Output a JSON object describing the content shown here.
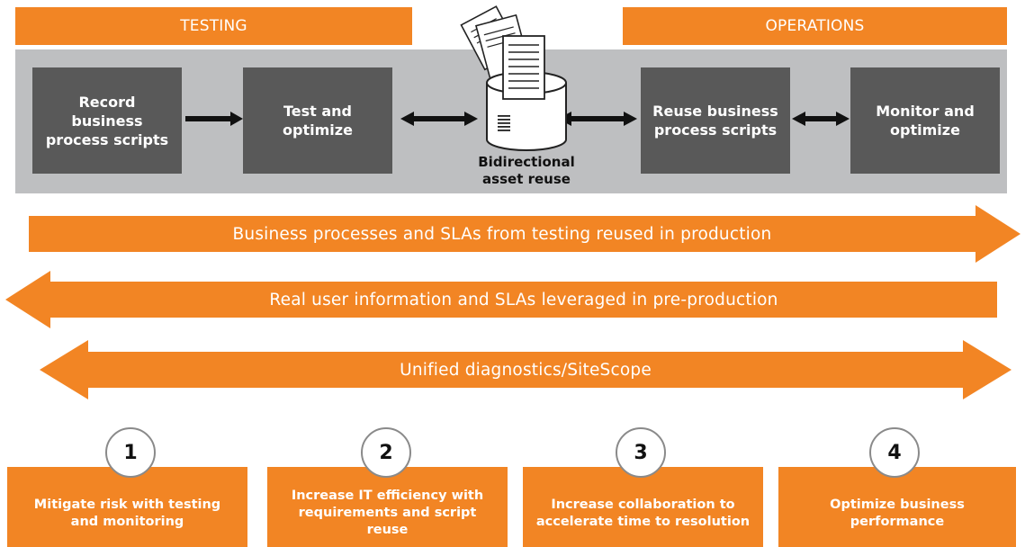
{
  "headers": {
    "testing": "TESTING",
    "operations": "OPERATIONS"
  },
  "steps": [
    {
      "label": "Record\nbusiness\nprocess scripts"
    },
    {
      "label": "Test and\noptimize"
    },
    {
      "label": "Reuse business\nprocess scripts"
    },
    {
      "label": "Monitor and\noptimize"
    }
  ],
  "repository": {
    "label": "Bidirectional\nasset reuse",
    "icon": "database-documents-icon"
  },
  "flows": [
    {
      "label": "Business processes and SLAs from testing reused in production",
      "direction": "right"
    },
    {
      "label": "Real user information and SLAs leveraged in pre-production",
      "direction": "left"
    },
    {
      "label": "Unified diagnostics/SiteScope",
      "direction": "both"
    }
  ],
  "benefits": [
    {
      "number": "1",
      "label": "Mitigate risk with testing\nand monitoring"
    },
    {
      "number": "2",
      "label": "Increase IT efficiency with\nrequirements and script\nreuse"
    },
    {
      "number": "3",
      "label": "Increase collaboration to\naccelerate time to resolution"
    },
    {
      "number": "4",
      "label": "Optimize business\nperformance"
    }
  ],
  "colors": {
    "accent": "#F28524",
    "box": "#595959",
    "band": "#BEBFC1"
  }
}
